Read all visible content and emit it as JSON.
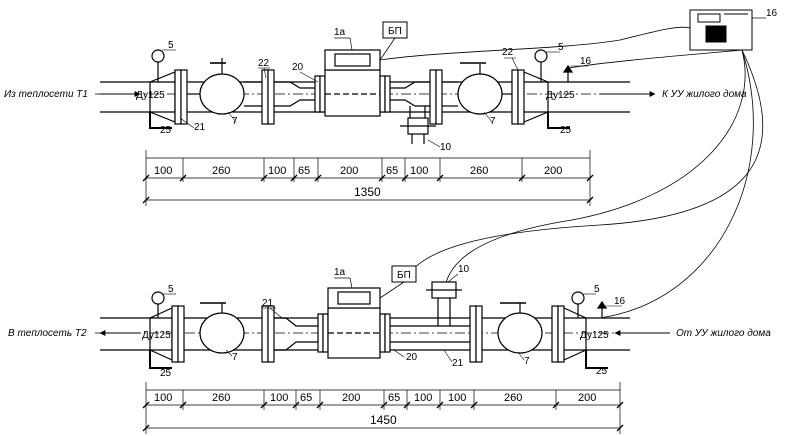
{
  "top_run": {
    "inlet_label": "Из теплосети Т1",
    "outlet_label": "К УУ жилого дома",
    "dn_left": "Ду125",
    "dn_right": "Ду125",
    "flowmeter_tag": "1а",
    "power_unit": "БП",
    "controller_tag": "16",
    "callouts": [
      "5",
      "21",
      "22",
      "20",
      "7",
      "10",
      "22",
      "5",
      "16",
      "25",
      "25",
      "7"
    ],
    "segments": [
      "100",
      "260",
      "100",
      "65",
      "200",
      "65",
      "100",
      "260",
      "200"
    ],
    "total": "1350"
  },
  "bottom_run": {
    "outlet_label": "В теплосеть Т2",
    "inlet_label": "От УУ жилого дома",
    "dn_left": "Ду125",
    "dn_right": "Ду125",
    "flowmeter_tag": "1а",
    "power_unit": "БП",
    "callouts": [
      "5",
      "21",
      "7",
      "20",
      "21",
      "7",
      "10",
      "5",
      "16",
      "25",
      "25"
    ],
    "segments": [
      "100",
      "260",
      "100",
      "65",
      "200",
      "65",
      "100",
      "100",
      "260",
      "200"
    ],
    "total": "1450"
  }
}
